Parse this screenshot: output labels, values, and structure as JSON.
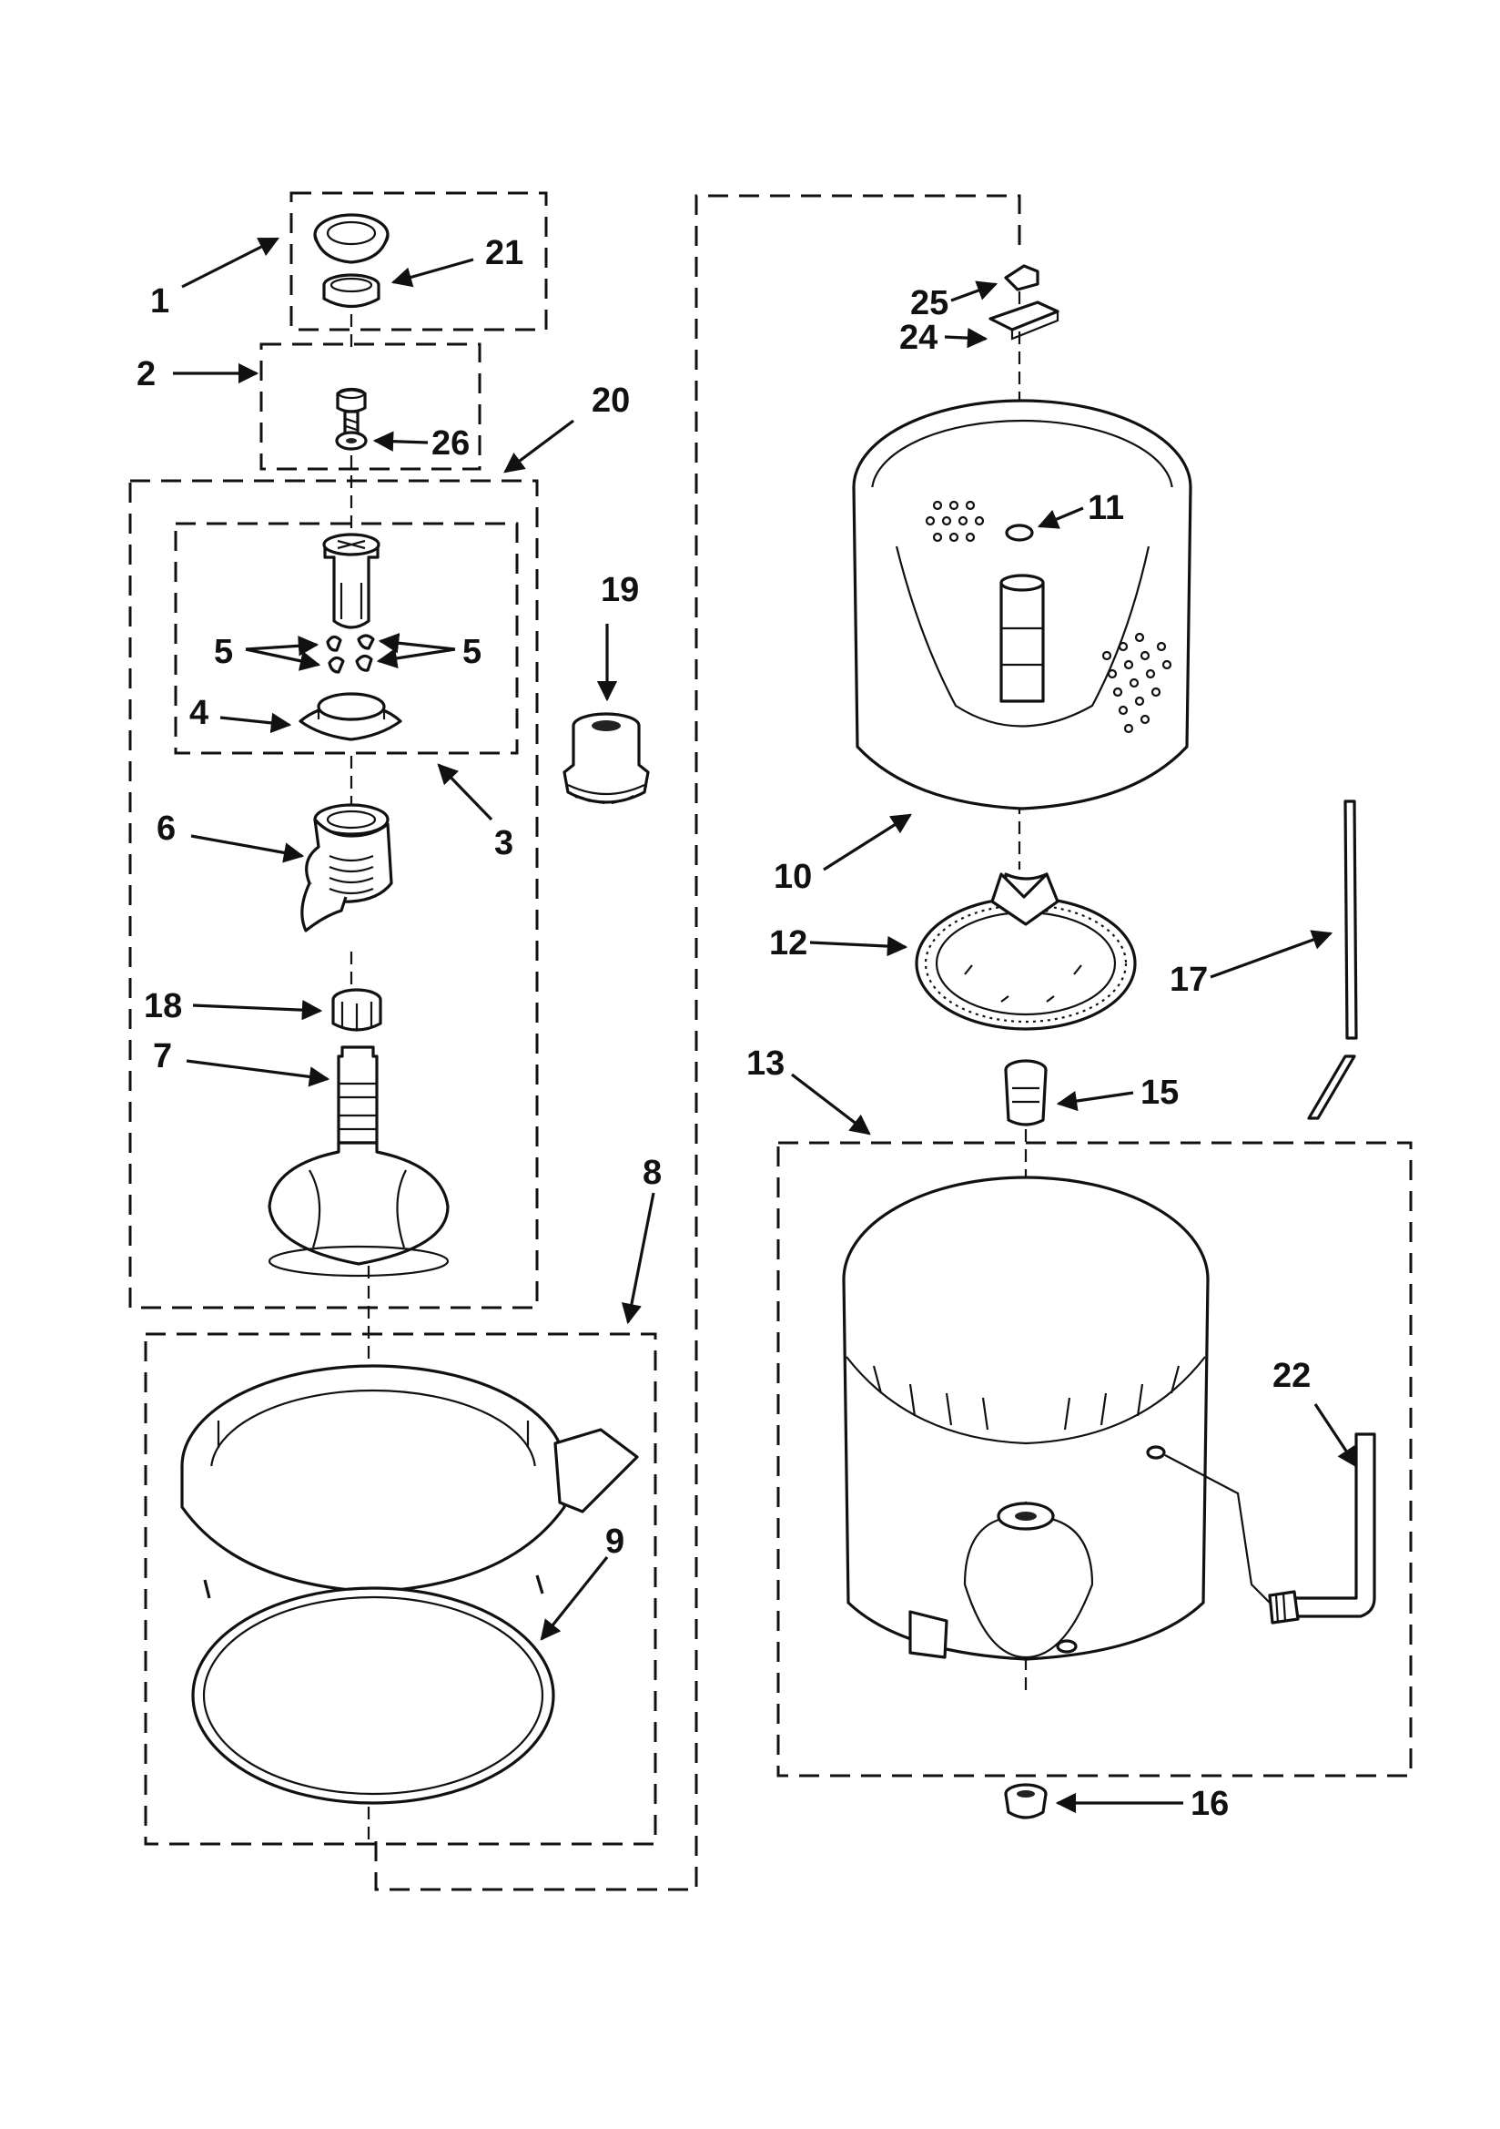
{
  "diagram": {
    "callouts": [
      {
        "id": "1",
        "text": "1"
      },
      {
        "id": "21",
        "text": "21"
      },
      {
        "id": "2",
        "text": "2"
      },
      {
        "id": "26",
        "text": "26"
      },
      {
        "id": "20",
        "text": "20"
      },
      {
        "id": "19",
        "text": "19"
      },
      {
        "id": "5a",
        "text": "5"
      },
      {
        "id": "5b",
        "text": "5"
      },
      {
        "id": "4",
        "text": "4"
      },
      {
        "id": "3",
        "text": "3"
      },
      {
        "id": "6",
        "text": "6"
      },
      {
        "id": "18",
        "text": "18"
      },
      {
        "id": "7",
        "text": "7"
      },
      {
        "id": "8",
        "text": "8"
      },
      {
        "id": "9",
        "text": "9"
      },
      {
        "id": "25",
        "text": "25"
      },
      {
        "id": "24",
        "text": "24"
      },
      {
        "id": "11",
        "text": "11"
      },
      {
        "id": "10",
        "text": "10"
      },
      {
        "id": "12",
        "text": "12"
      },
      {
        "id": "17",
        "text": "17"
      },
      {
        "id": "13",
        "text": "13"
      },
      {
        "id": "15",
        "text": "15"
      },
      {
        "id": "22",
        "text": "22"
      },
      {
        "id": "16",
        "text": "16"
      }
    ]
  }
}
